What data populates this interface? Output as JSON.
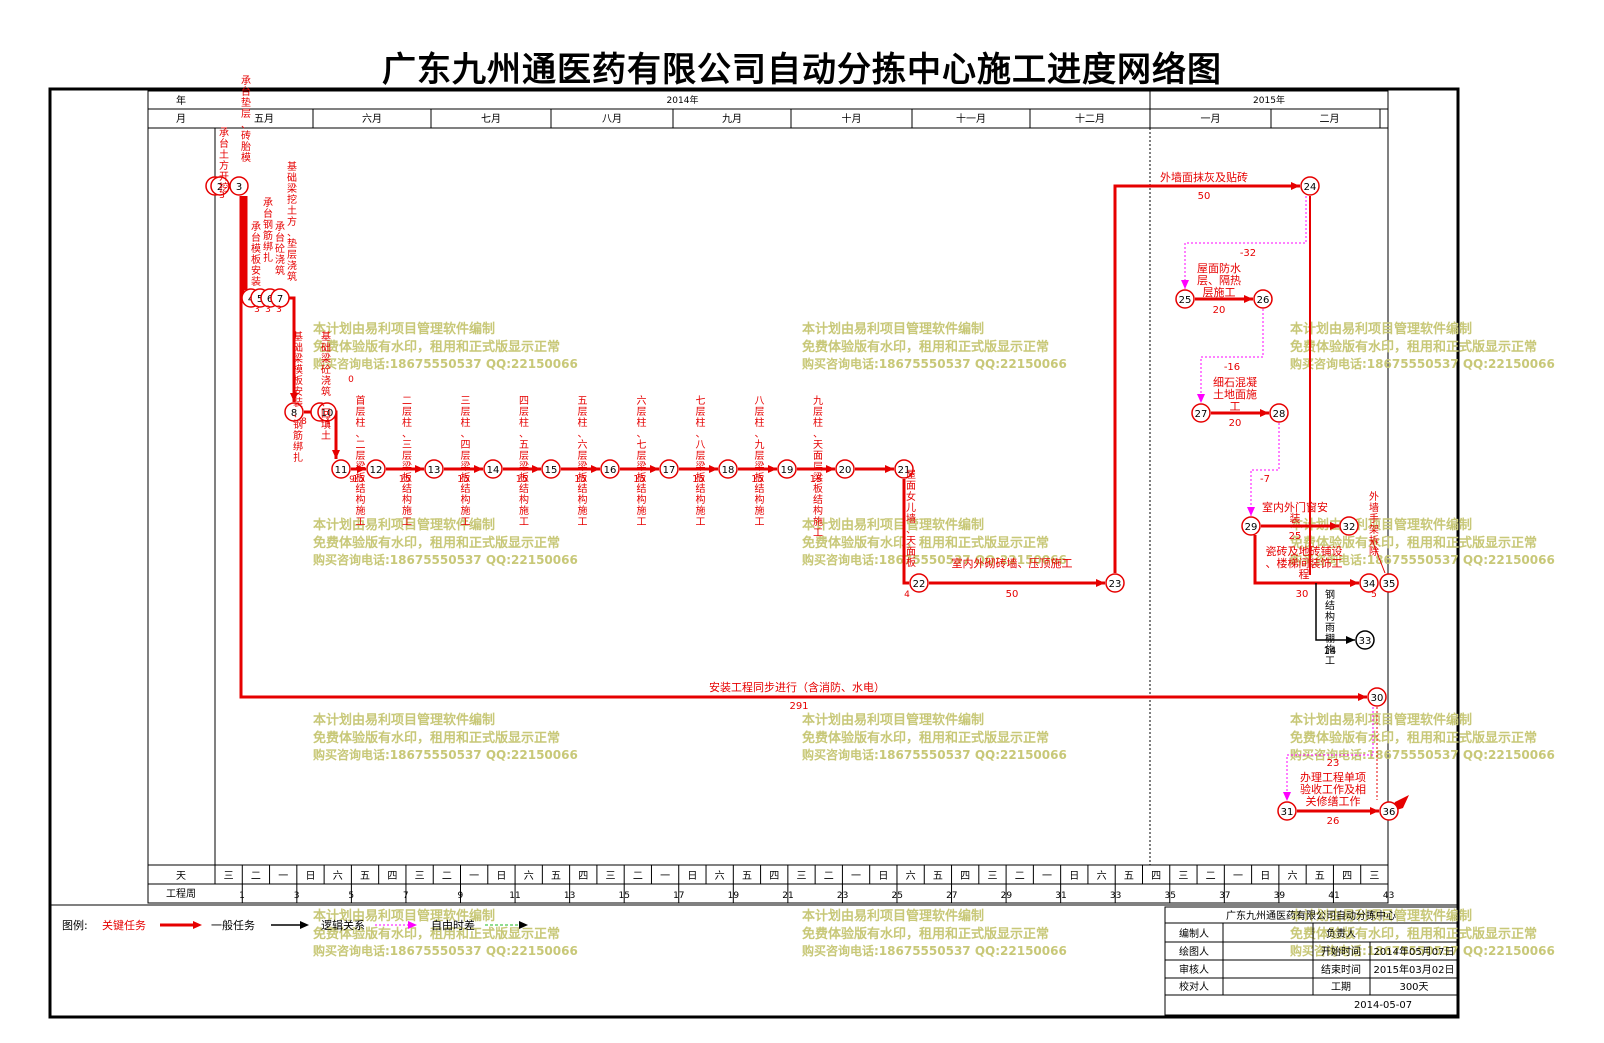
{
  "title": "广东九州通医药有限公司自动分拣中心施工进度网络图",
  "colors": {
    "critical": "#e60000",
    "normal": "#000000",
    "logic": "#ff00ff",
    "watermark": "#c8c878"
  },
  "timescale": {
    "row_year_label": "年",
    "row_month_label": "月",
    "row_day_label": "天",
    "row_week_label": "工程周",
    "years": [
      {
        "label": "2014年",
        "span": [
          0,
          8
        ]
      },
      {
        "label": "2015年",
        "span": [
          8,
          10
        ]
      }
    ],
    "months": [
      "五月",
      "六月",
      "七月",
      "八月",
      "九月",
      "十月",
      "十一月",
      "十二月",
      "一月",
      "二月"
    ],
    "days": [
      "三",
      "二",
      "一",
      "日",
      "六",
      "五",
      "四",
      "三",
      "二",
      "一",
      "日",
      "六",
      "五",
      "四",
      "三",
      "二",
      "一",
      "日",
      "六",
      "五",
      "四",
      "三",
      "二",
      "一",
      "日",
      "六",
      "五",
      "四",
      "三",
      "二",
      "一",
      "日",
      "六",
      "五",
      "四",
      "三",
      "二",
      "一",
      "日",
      "六",
      "五",
      "四",
      "三"
    ],
    "weeks": [
      "1",
      "3",
      "5",
      "7",
      "9",
      "11",
      "13",
      "15",
      "17",
      "19",
      "21",
      "23",
      "25",
      "27",
      "29",
      "31",
      "33",
      "35",
      "37",
      "39",
      "41",
      "43"
    ]
  },
  "nodes": [
    {
      "id": "1",
      "label": "1"
    },
    {
      "id": "2",
      "label": "2"
    },
    {
      "id": "3",
      "label": "3"
    },
    {
      "id": "4",
      "label": "4"
    },
    {
      "id": "5",
      "label": "5"
    },
    {
      "id": "6",
      "label": "6"
    },
    {
      "id": "7",
      "label": "7"
    },
    {
      "id": "8",
      "label": "8"
    },
    {
      "id": "9",
      "label": "9"
    },
    {
      "id": "10",
      "label": "10"
    },
    {
      "id": "11",
      "label": "11"
    },
    {
      "id": "12",
      "label": "12"
    },
    {
      "id": "13",
      "label": "13"
    },
    {
      "id": "14",
      "label": "14"
    },
    {
      "id": "15",
      "label": "15"
    },
    {
      "id": "16",
      "label": "16"
    },
    {
      "id": "17",
      "label": "17"
    },
    {
      "id": "18",
      "label": "18"
    },
    {
      "id": "19",
      "label": "19"
    },
    {
      "id": "20",
      "label": "20"
    },
    {
      "id": "21",
      "label": "21"
    },
    {
      "id": "22",
      "label": "22"
    },
    {
      "id": "23",
      "label": "23"
    },
    {
      "id": "24",
      "label": "24"
    },
    {
      "id": "25",
      "label": "25"
    },
    {
      "id": "26",
      "label": "26"
    },
    {
      "id": "27",
      "label": "27"
    },
    {
      "id": "28",
      "label": "28"
    },
    {
      "id": "29",
      "label": "29"
    },
    {
      "id": "30",
      "label": "30"
    },
    {
      "id": "31",
      "label": "31"
    },
    {
      "id": "32",
      "label": "32"
    },
    {
      "id": "33",
      "label": "33"
    },
    {
      "id": "34",
      "label": "34"
    },
    {
      "id": "35",
      "label": "35"
    },
    {
      "id": "36",
      "label": "36"
    }
  ],
  "tasks": [
    {
      "from": "11",
      "to": "12",
      "name": "首层柱、二层梁板结构施工",
      "duration": "15"
    },
    {
      "from": "12",
      "to": "13",
      "name": "二层柱、三层梁板结构施工",
      "duration": "15"
    },
    {
      "from": "13",
      "to": "14",
      "name": "三层柱、四层梁板结构施工",
      "duration": "15"
    },
    {
      "from": "14",
      "to": "15",
      "name": "四层柱、五层梁板结构施工",
      "duration": "15"
    },
    {
      "from": "15",
      "to": "16",
      "name": "五层柱、六层梁板结构施工",
      "duration": "15"
    },
    {
      "from": "16",
      "to": "17",
      "name": "六层柱、七层梁板结构施工",
      "duration": "15"
    },
    {
      "from": "17",
      "to": "18",
      "name": "七层柱、八层梁板结构施工",
      "duration": "15"
    },
    {
      "from": "18",
      "to": "19",
      "name": "八层柱、九层梁板结构施工",
      "duration": "15"
    },
    {
      "from": "19",
      "to": "20",
      "name": "九层柱、天面层梁板结构施工",
      "duration": "15"
    },
    {
      "from": "22",
      "to": "23",
      "name": "室内外砌砖墙、压顶施工",
      "duration": "50"
    },
    {
      "from": "23",
      "to": "24",
      "name": "外墙面抹灰及贴砖",
      "duration": "50"
    },
    {
      "from": "25",
      "to": "26",
      "name": "屋面防水层、隔热层施工",
      "duration": "20"
    },
    {
      "from": "27",
      "to": "28",
      "name": "细石混凝土地面施工",
      "duration": "20"
    },
    {
      "from": "29",
      "to": "32",
      "name": "室内外门窗安装",
      "duration": "25"
    },
    {
      "from": "29",
      "to": "34",
      "name": "瓷砖及地砖铺设、楼梯间装饰工程",
      "duration": "30"
    },
    {
      "from": "3",
      "to": "30",
      "name": "安装工程同步进行（含消防、水电）",
      "duration": "291"
    },
    {
      "from": "31",
      "to": "36",
      "name": "办理工程单项验收工作及相关修缮工作",
      "duration": "26"
    },
    {
      "from": "33",
      "to": "33",
      "name": "钢结构雨棚施工",
      "duration": "14"
    }
  ],
  "vertical_labels": {
    "start": "承台土方开挖",
    "pile": "承台垫层、砖胎模",
    "foundation_beam": "基础梁挖土方、垫层浇筑",
    "cap1": "承台模板安装",
    "cap2": "承台钢筋绑扎",
    "cap3": "承台砼浇筑",
    "beam_formwork": "基础梁模板安装、钢筋绑扎",
    "ground": "基础梁砼浇筑、回填土",
    "roof_parapet": "屋面女儿墙、天面板",
    "exterior": "外墙手架拆除"
  },
  "small_durations": [
    "3",
    "3",
    "3",
    "3",
    "8",
    "1",
    "9",
    "4",
    "5",
    "0"
  ],
  "lags": [
    "-32",
    "-16",
    "-7",
    "23"
  ],
  "watermark": {
    "line1": "本计划由易利项目管理软件编制",
    "line2": "免费体验版有水印，租用和正式版显示正常",
    "line3": "购买咨询电话:18675550537 QQ:22150066"
  },
  "legend": {
    "label": "图例:",
    "critical": "关键任务",
    "normal": "一般任务",
    "logic": "逻辑关系",
    "float": "自由时差"
  },
  "titleblock": {
    "project": "广东九州通医药有限公司自动分拣中心",
    "editor_label": "编制人",
    "owner_label": "负责人",
    "drawer_label": "绘图人",
    "start_label": "开始时间",
    "start_value": "2014年05月07日",
    "reviewer_label": "审核人",
    "end_label": "结束时间",
    "end_value": "2015年03月02日",
    "checker_label": "校对人",
    "duration_label": "工期",
    "duration_value": "300天",
    "date": "2014-05-07"
  }
}
